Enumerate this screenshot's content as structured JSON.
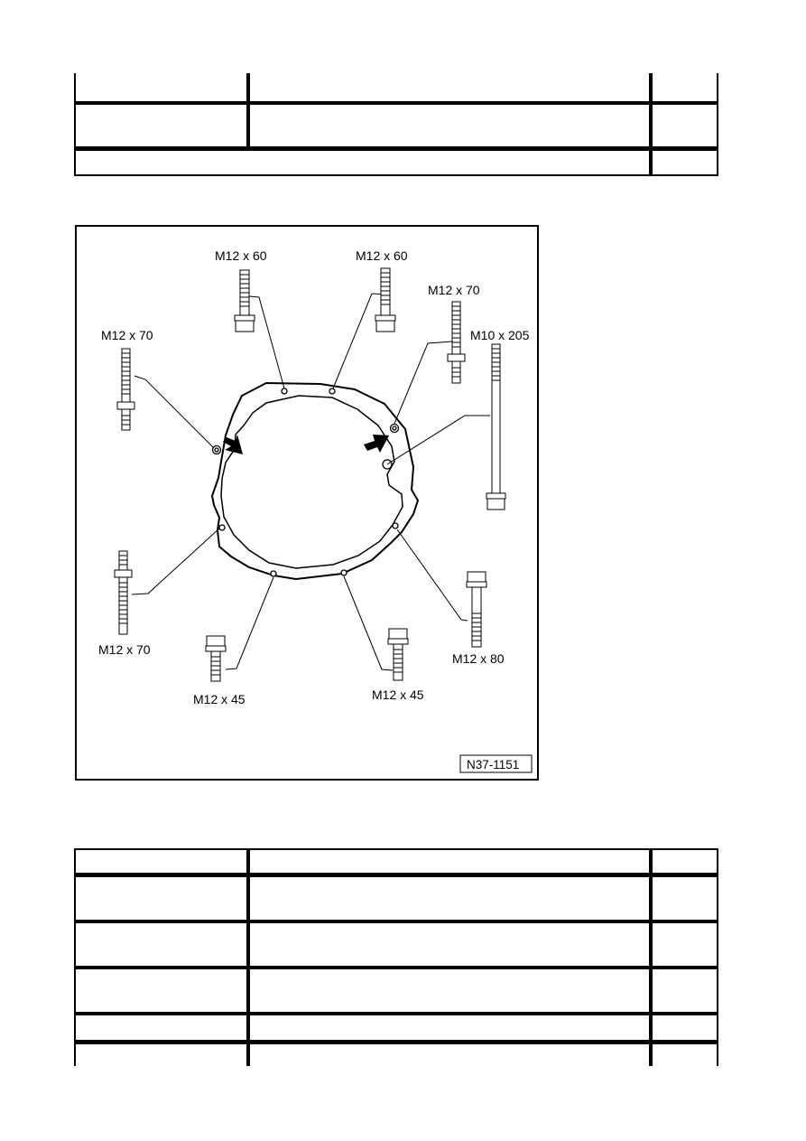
{
  "figure": {
    "labels": {
      "top_left": "M12 x 60",
      "top_right": "M12 x 60",
      "upper_right": "M12 x 70",
      "long_bolt": "M10 x 205",
      "upper_left": "M12 x 70",
      "lower_left": "M12 x 70",
      "bottom_left": "M12 x 45",
      "bottom_right": "M12 x 45",
      "lower_right": "M12 x 80"
    },
    "code": "N37-1151"
  }
}
